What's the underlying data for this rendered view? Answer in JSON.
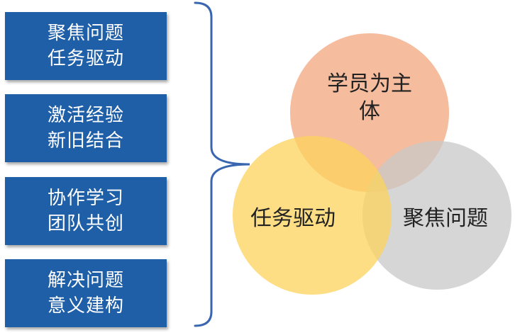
{
  "list_boxes": [
    {
      "line1": "聚焦问题",
      "line2": "任务驱动"
    },
    {
      "line1": "激活经验",
      "line2": "新旧结合"
    },
    {
      "line1": "协作学习",
      "line2": "团队共创"
    },
    {
      "line1": "解决问题",
      "line2": "意义建构"
    }
  ],
  "venn": {
    "top": {
      "line1": "学员为主",
      "line2": "体",
      "color": "#f3b08c"
    },
    "left": {
      "label": "任务驱动",
      "color": "#fcd35c"
    },
    "right": {
      "label": "聚焦问题",
      "color": "#c8c8c8"
    }
  },
  "colors": {
    "box_fill": "#1f5fa8",
    "bracket": "#3a66b0"
  }
}
